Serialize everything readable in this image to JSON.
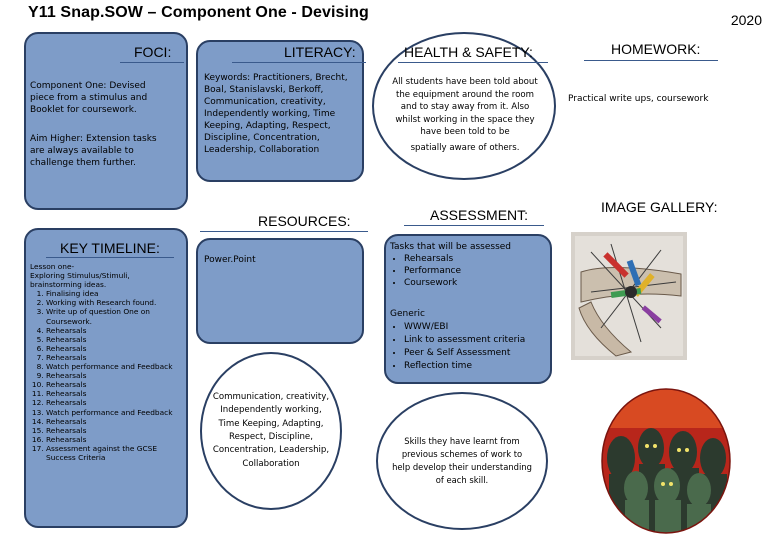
{
  "title": "Y11 Snap.SOW – Component One - Devising",
  "year": "2020",
  "foci": {
    "heading": "FOCI:",
    "component": "Component One: Devised piece from a stimulus and Booklet for coursework.",
    "aim": "Aim Higher: Extension tasks are always available to challenge them further."
  },
  "literacy": {
    "heading": "LITERACY:",
    "text": "Keywords: Practitioners, Brecht, Boal, Stanislavski, Berkoff, Communication, creativity, Independently working, Time Keeping, Adapting, Respect, Discipline, Concentration, Leadership, Collaboration"
  },
  "health": {
    "heading": "HEALTH & SAFETY:",
    "text1": "All students have been told about the equipment around the room and to stay away from it. Also whilst working in the space they have been told to be",
    "text2": "spatially aware of others."
  },
  "homework": {
    "heading": "HOMEWORK:",
    "text": "Practical write ups, coursework"
  },
  "resources": {
    "heading": "RESOURCES:",
    "powerpoint": "Power.Point"
  },
  "assessment": {
    "heading": "ASSESSMENT:",
    "intro": "Tasks that will be assessed",
    "items": [
      "Rehearsals",
      "Performance",
      "Coursework"
    ],
    "generic_label": "Generic",
    "generic_items": [
      "WWW/EBI",
      "Link to assessment criteria",
      "Peer & Self Assessment",
      "Reflection time"
    ]
  },
  "gallery": {
    "heading": "IMAGE GALLERY:"
  },
  "timeline": {
    "heading": "KEY TIMELINE:",
    "lesson_label": "Lesson one-",
    "lesson_text": "Exploring Stimulus/Stimuli, brainstorming ideas.",
    "items": [
      "Finalising idea",
      "Working with Research found.",
      "Write up of question One on Coursework.",
      "Rehearsals",
      "Rehearsals",
      "Rehearsals",
      "Rehearsals",
      "Watch performance and Feedback",
      "Rehearsals",
      "Rehearsals",
      "Rehearsals",
      "Rehearsals",
      "Watch performance and Feedback",
      "Rehearsals",
      "Rehearsals",
      "Rehearsals",
      "Assessment against the GCSE Success Criteria"
    ]
  },
  "oval_skills": "Communication, creativity, Independently working, Time Keeping, Adapting, Respect, Discipline, Concentration, Leadership, Collaboration",
  "oval_prior": "Skills they have learnt from previous schemes of work to help develop their understanding of each skill."
}
